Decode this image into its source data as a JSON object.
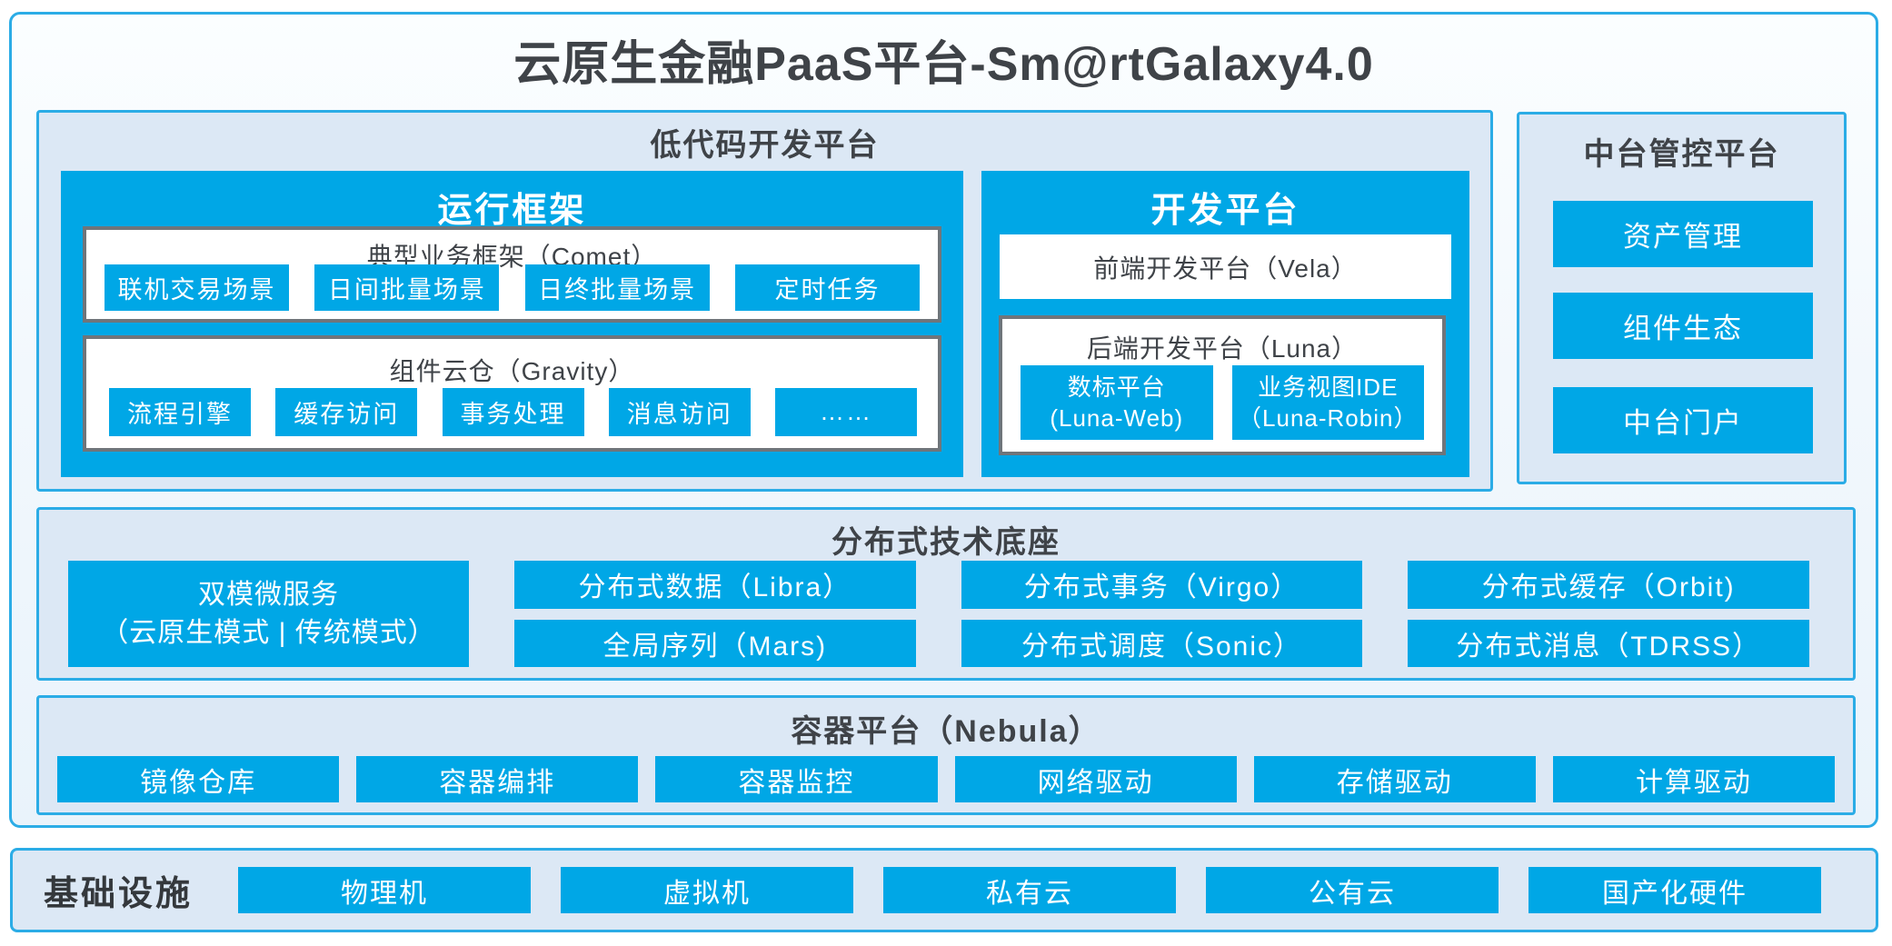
{
  "page_title": "云原生金融PaaS平台-Sm@rtGalaxy4.0",
  "colors": {
    "accent_blue": "#00A7E6",
    "border_cyan": "#2BACE6",
    "panel_bg": "#DCE8F5",
    "dark_text": "#3F4348",
    "white_box_border": "#70757A"
  },
  "low_code": {
    "title": "低代码开发平台",
    "runtime": {
      "title": "运行框架",
      "comet": {
        "title": "典型业务框架（Comet）",
        "items": [
          "联机交易场景",
          "日间批量场景",
          "日终批量场景",
          "定时任务"
        ]
      },
      "gravity": {
        "title": "组件云仓（Gravity）",
        "items": [
          "流程引擎",
          "缓存访问",
          "事务处理",
          "消息访问",
          "……"
        ]
      }
    },
    "dev": {
      "title": "开发平台",
      "frontend": "前端开发平台（Vela）",
      "backend": {
        "title": "后端开发平台（Luna）",
        "items": [
          {
            "name": "数标平台",
            "sub": "(Luna-Web)"
          },
          {
            "name": "业务视图IDE",
            "sub": "（Luna-Robin）"
          }
        ]
      }
    }
  },
  "mid_platform": {
    "title": "中台管控平台",
    "items": [
      "资产管理",
      "组件生态",
      "中台门户"
    ]
  },
  "distributed": {
    "title": "分布式技术底座",
    "dual_mode": {
      "line1": "双模微服务",
      "line2": "（云原生模式 | 传统模式）"
    },
    "columns": [
      [
        "分布式数据（Libra）",
        "全局序列（Mars)"
      ],
      [
        "分布式事务（Virgo）",
        "分布式调度（Sonic）"
      ],
      [
        "分布式缓存（Orbit)",
        "分布式消息（TDRSS）"
      ]
    ]
  },
  "container": {
    "title": "容器平台（Nebula）",
    "items": [
      "镜像仓库",
      "容器编排",
      "容器监控",
      "网络驱动",
      "存储驱动",
      "计算驱动"
    ]
  },
  "infrastructure": {
    "title": "基础设施",
    "items": [
      "物理机",
      "虚拟机",
      "私有云",
      "公有云",
      "国产化硬件"
    ]
  }
}
